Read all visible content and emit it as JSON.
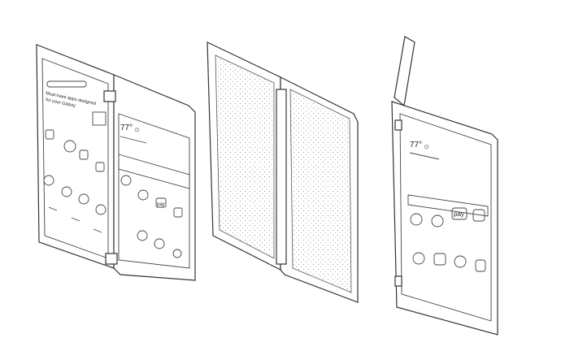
{
  "figure": {
    "left_device": {
      "banner_line1": "Must-have apps designed",
      "banner_line2": "for your Galaxy",
      "weather_temp": "77°"
    },
    "right_device": {
      "weather_temp": "77°",
      "pay_icon_label": "pay"
    },
    "left_device_right_panel": {
      "pay_icon_label": "pay"
    }
  }
}
